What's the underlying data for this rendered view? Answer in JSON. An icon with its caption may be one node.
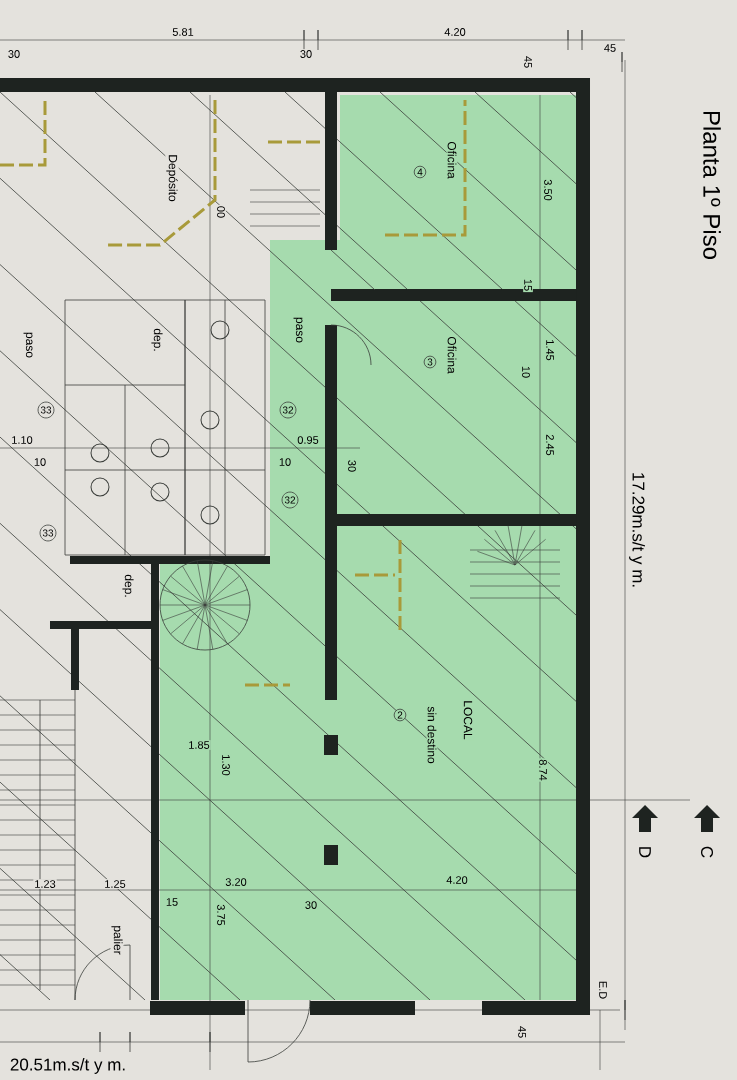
{
  "diagram": {
    "title": "Planta 1º Piso",
    "labels": [
      "5.81",
      "4.20",
      "30",
      "30",
      "45",
      "45",
      "Depósito",
      "00",
      "Oficina",
      "4",
      "3.50",
      "15",
      "paso",
      "paso",
      "dep.",
      "Oficina",
      "3",
      "1.45",
      "10",
      "2.45",
      "33",
      "32",
      "1.10",
      "10",
      "0.95",
      "10",
      "30",
      "32",
      "33",
      "dep.",
      "LOCAL",
      "sin destino",
      "2",
      "8.74",
      "17.29m.s/t y m.",
      "1.85",
      "1.30",
      "D",
      "C",
      "1.23",
      "1.25",
      "3.20",
      "15",
      "3.75",
      "30",
      "4.20",
      "palier",
      "E.D",
      "45",
      "20.51m.s/t y m."
    ]
  }
}
